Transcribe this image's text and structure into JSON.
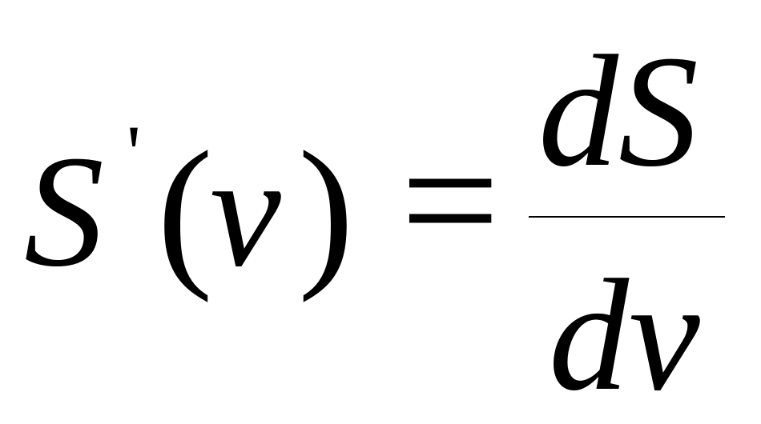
{
  "equation": {
    "lhs_function": "S",
    "lhs_prime": "'",
    "lhs_open_paren": "(",
    "lhs_variable": "v",
    "lhs_close_paren": ")",
    "equals_sign": "=",
    "numerator": "dS",
    "denominator": "dv"
  },
  "colors": {
    "background": "#ffffff",
    "ink": "#000000"
  }
}
